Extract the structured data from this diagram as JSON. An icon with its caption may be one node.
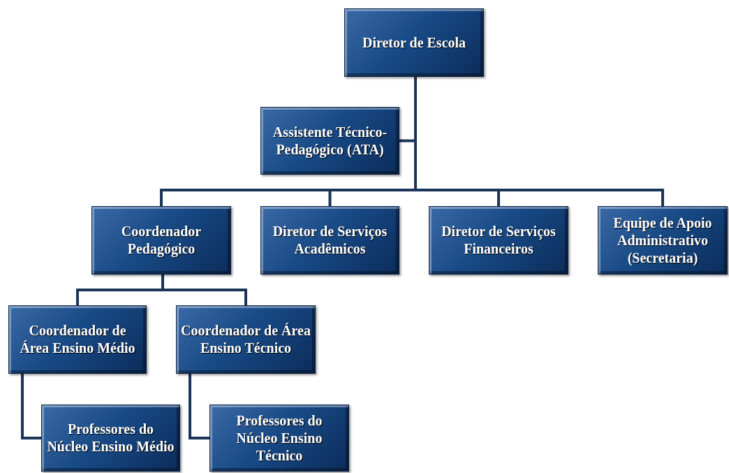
{
  "diagram": {
    "nodes": [
      {
        "text": [
          "Diretor de Escola"
        ]
      },
      {
        "text": [
          "Assistente Técnico-Pedagógico (ATA)"
        ]
      },
      {
        "text": [
          "Coordenador Pedagógico"
        ]
      },
      {
        "text": [
          "Diretor de Serviços Acadêmicos"
        ]
      },
      {
        "text": [
          "Diretor de Serviços Financeiros"
        ]
      },
      {
        "text": [
          "Equipe de Apoio Administrativo (Secretaria)"
        ]
      },
      {
        "text": [
          "Coordenador de Área Ensino Médio"
        ]
      },
      {
        "text": [
          "Coordenador de Área Ensino Técnico"
        ]
      },
      {
        "text": [
          "Professores do Núcleo Ensino Médio"
        ]
      },
      {
        "text": [
          "Professores do Núcleo Ensino Técnico"
        ]
      }
    ],
    "edges": [
      {
        "from": 0,
        "to": 1,
        "arrow": "none"
      },
      {
        "from": 0,
        "to": 2,
        "arrow": "none"
      },
      {
        "from": 0,
        "to": 3,
        "arrow": "none"
      },
      {
        "from": 0,
        "to": 4,
        "arrow": "none"
      },
      {
        "from": 0,
        "to": 5,
        "arrow": "none"
      },
      {
        "from": 2,
        "to": 6,
        "arrow": "none"
      },
      {
        "from": 2,
        "to": 7,
        "arrow": "none"
      },
      {
        "from": 6,
        "to": 8,
        "arrow": "none"
      },
      {
        "from": 7,
        "to": 9,
        "arrow": "none"
      }
    ]
  }
}
